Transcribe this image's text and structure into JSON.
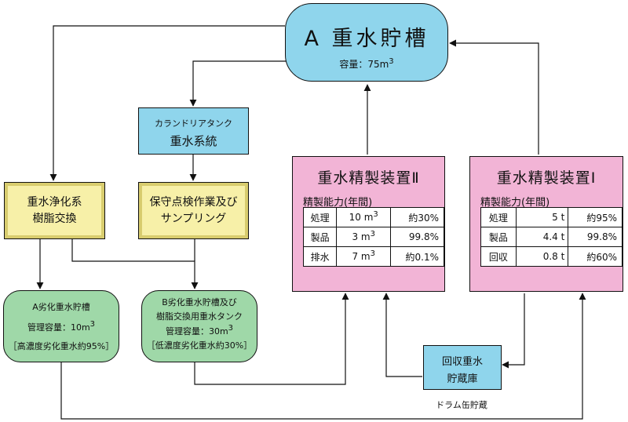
{
  "tank_a": {
    "title": "A 重水貯槽",
    "capacity_label": "容量：",
    "capacity_value": "75m",
    "capacity_sup": "3"
  },
  "calandria": {
    "line1": "カランドリアタンク",
    "line2": "重水系統"
  },
  "resin_exchange": {
    "line1": "重水浄化系",
    "line2": "樹脂交換"
  },
  "maintenance": {
    "line1": "保守点検作業及び",
    "line2": "サンプリング"
  },
  "tank_degraded_a": {
    "line1": "A劣化重水貯槽",
    "capacity_label": "管理容量：",
    "capacity_value": "10m",
    "capacity_sup": "3",
    "note": "［高濃度劣化重水約95%］"
  },
  "tank_degraded_b": {
    "line1": "B劣化重水貯槽及び",
    "line2": "樹脂交換用重水タンク",
    "capacity_label": "管理容量：",
    "capacity_value": "30m",
    "capacity_sup": "3",
    "note": "［低濃度劣化重水約30%］"
  },
  "purifier_2": {
    "title": "重水精製装置Ⅱ",
    "capacity_label": "精製能力(年間)",
    "rows": [
      {
        "label": "処理",
        "amount": "10 m",
        "sup": "3",
        "ratio": "約30%"
      },
      {
        "label": "製品",
        "amount": "3 m",
        "sup": "3",
        "ratio": "99.8%"
      },
      {
        "label": "排水",
        "amount": "7 m",
        "sup": "3",
        "ratio": "約0.1%"
      }
    ]
  },
  "purifier_1": {
    "title": "重水精製装置Ⅰ",
    "capacity_label": "精製能力(年間)",
    "rows": [
      {
        "label": "処理",
        "amount": "5 t",
        "ratio": "約95%"
      },
      {
        "label": "製品",
        "amount": "4.4 t",
        "ratio": "99.8%"
      },
      {
        "label": "回収",
        "amount": "0.8 t",
        "ratio": "約60%"
      }
    ]
  },
  "recovery_storage": {
    "line1": "回収重水",
    "line2": "貯蔵庫",
    "caption": "ドラム缶貯蔵"
  },
  "colors": {
    "tank": "#8fd5ec",
    "yellow_box": "#f7f0a8",
    "green_tank": "#9fd8a8",
    "purifier": "#f2b4d6",
    "line": "#111111"
  }
}
